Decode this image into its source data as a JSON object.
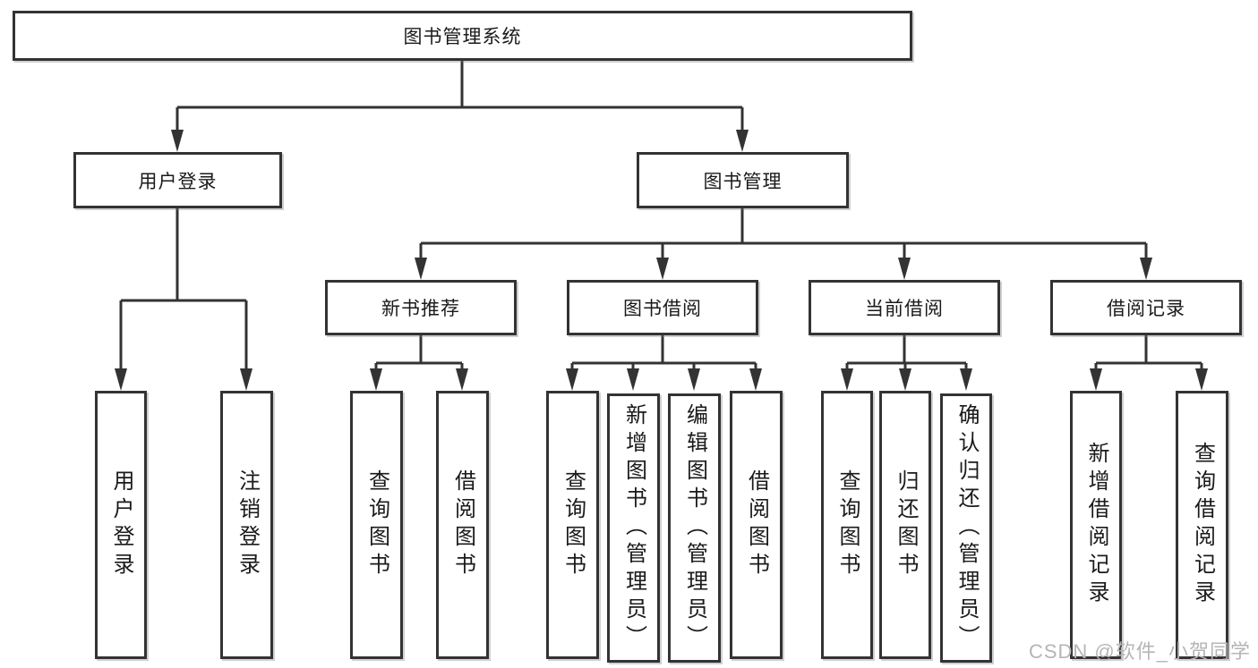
{
  "tree": {
    "label": "图书管理系统",
    "children": [
      {
        "label": "用户登录",
        "children": [
          {
            "label": "用户登录"
          },
          {
            "label": "注销登录"
          }
        ]
      },
      {
        "label": "图书管理",
        "children": [
          {
            "label": "新书推荐",
            "children": [
              {
                "label": "查询图书"
              },
              {
                "label": "借阅图书"
              }
            ]
          },
          {
            "label": "图书借阅",
            "children": [
              {
                "label": "查询图书"
              },
              {
                "label": "新增图书（管理员）"
              },
              {
                "label": "编辑图书（管理员）"
              },
              {
                "label": "借阅图书"
              }
            ]
          },
          {
            "label": "当前借阅",
            "children": [
              {
                "label": "查询图书"
              },
              {
                "label": "归还图书"
              },
              {
                "label": "确认归还（管理员）"
              }
            ]
          },
          {
            "label": "借阅记录",
            "children": [
              {
                "label": "新增借阅记录"
              },
              {
                "label": "查询借阅记录"
              }
            ]
          }
        ]
      }
    ]
  },
  "watermark": {
    "text": "CSDN @软件_小贺同学"
  },
  "colors": {
    "line": "#333333",
    "box_border": "#333333",
    "box_fill": "#ffffff",
    "text": "#1a1a1a",
    "watermark": "#b5b5b5",
    "background": "#ffffff"
  }
}
